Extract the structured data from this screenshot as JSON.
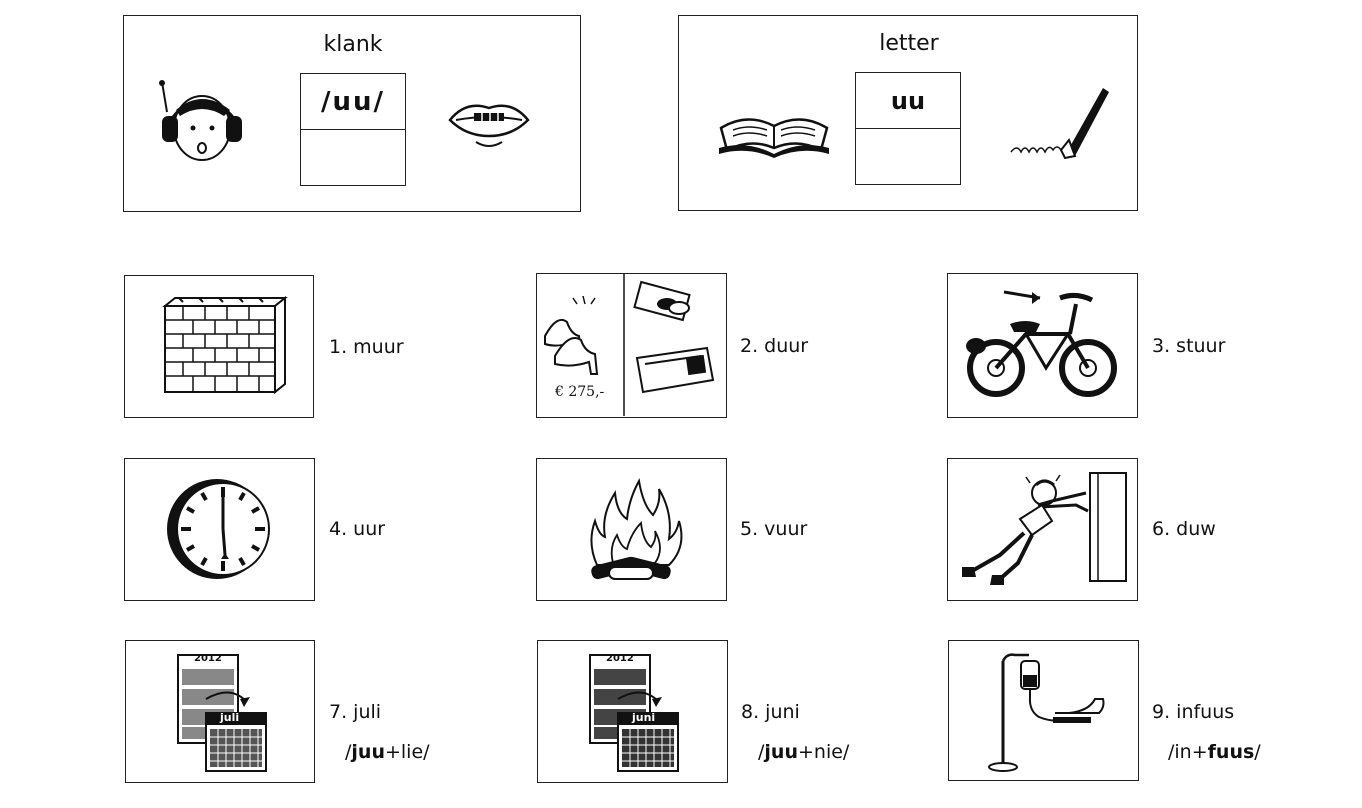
{
  "klank": {
    "title": "klank",
    "symbol": "/uu/"
  },
  "letter": {
    "title": "letter",
    "symbol": "uu"
  },
  "items": [
    {
      "label": "1. muur"
    },
    {
      "label": "2. duur",
      "price": "€ 275,-"
    },
    {
      "label": "3. stuur"
    },
    {
      "label": "4. uur"
    },
    {
      "label": "5. vuur"
    },
    {
      "label": "6. duw"
    },
    {
      "label": "7. juli",
      "cal_year": "2012",
      "cal_month": "juli",
      "pron_pre": "/",
      "pron_bold": "juu",
      "pron_post": "+lie/"
    },
    {
      "label": "8. juni",
      "cal_year": "2012",
      "cal_month": "juni",
      "pron_pre": "/",
      "pron_bold": "juu",
      "pron_post": "+nie/"
    },
    {
      "label": "9. infuus",
      "pron_pre": "/in+",
      "pron_bold": "fuus",
      "pron_post": "/"
    }
  ],
  "icons": {
    "listening-boy": "listening-boy-icon",
    "mouth": "mouth-icon",
    "open-book": "open-book-icon",
    "fountain-pen": "fountain-pen-icon"
  }
}
